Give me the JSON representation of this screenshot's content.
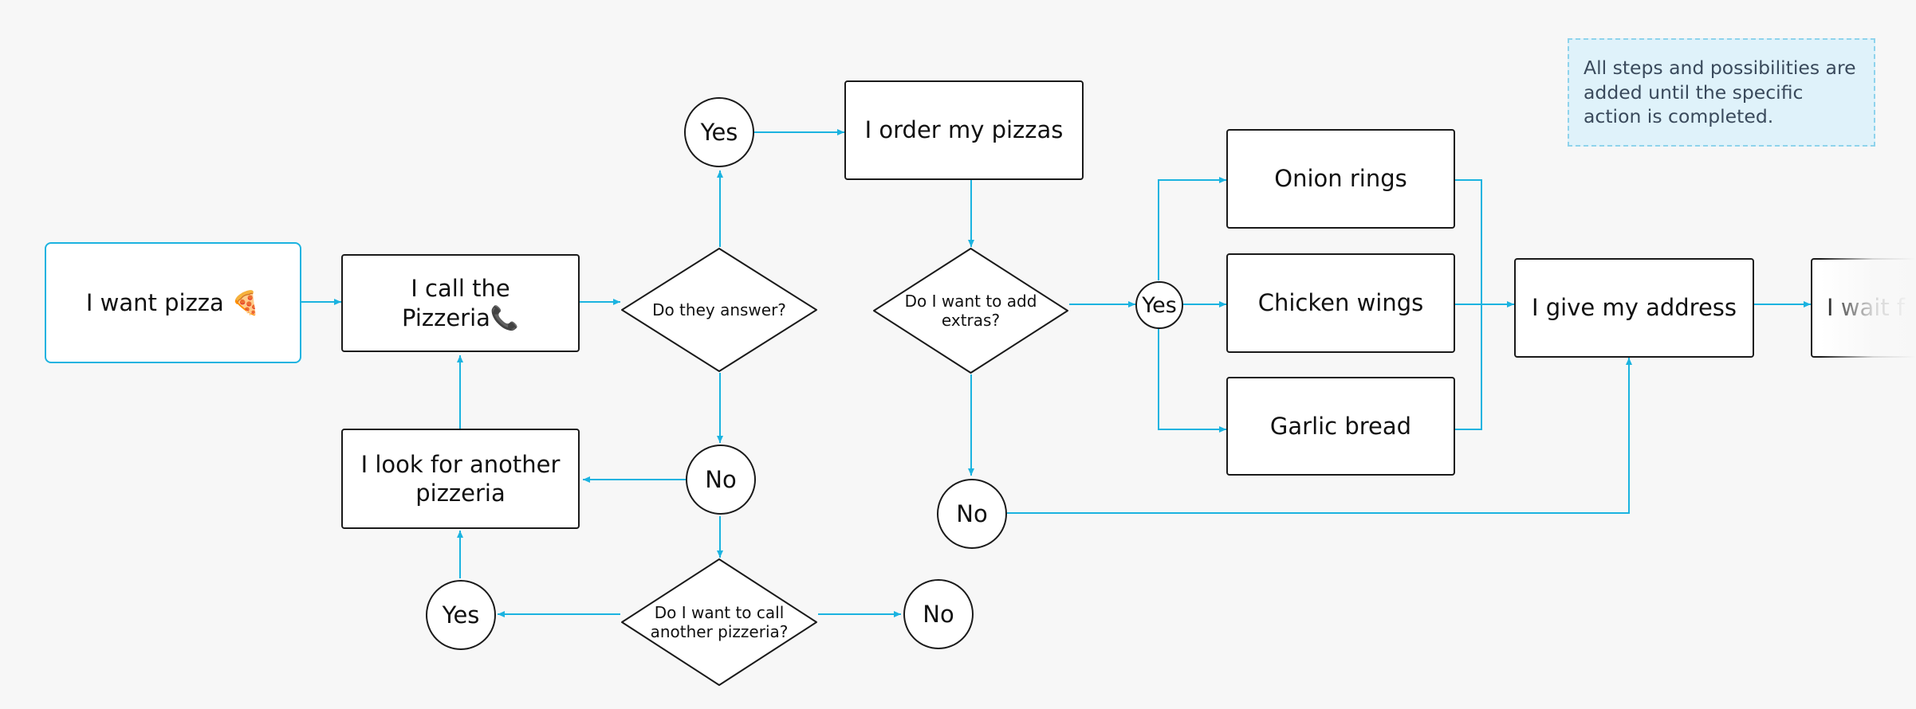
{
  "nodes": {
    "want_pizza": "I want pizza 🍕",
    "call_pizzeria_1": "I call the",
    "call_pizzeria_2": "Pizzeria📞",
    "do_they_answer": "Do they answer?",
    "yes_answer": "Yes",
    "order_pizzas": "I order my pizzas",
    "want_extras_1": "Do I want to add",
    "want_extras_2": "extras?",
    "yes_extras": "Yes",
    "onion_rings": "Onion rings",
    "chicken_wings": "Chicken wings",
    "garlic_bread": "Garlic bread",
    "give_address": "I give my address",
    "wait": "I wait f",
    "no_extras": "No",
    "no_answer": "No",
    "look_another_1": "I look for another",
    "look_another_2": "pizzeria",
    "call_another_1": "Do I want to call",
    "call_another_2": "another pizzeria?",
    "yes_call_another": "Yes",
    "no_call_another": "No"
  },
  "note": {
    "text": "All steps and possibilities are added until the specific action is completed."
  },
  "colors": {
    "connector": "#1bb3e0",
    "border": "#1a1a1a",
    "background": "#f7f7f7",
    "note_fill": "#dff2fa",
    "note_border": "#8fd3ec"
  }
}
